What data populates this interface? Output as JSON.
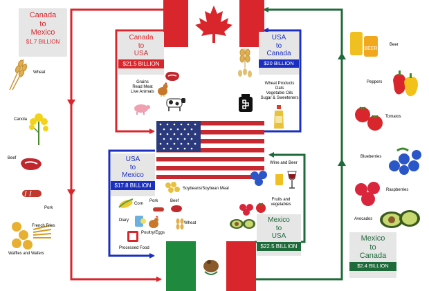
{
  "flows": {
    "ca_mx": {
      "l1": "Canada",
      "l2": "to",
      "l3": "Mexico",
      "value": "$1.7 BILLION",
      "color": "#d9262c"
    },
    "ca_us": {
      "l1": "Canada",
      "l2": "to",
      "l3": "USA",
      "value": "$21.5 BILLION",
      "color": "#d9262c"
    },
    "us_ca": {
      "l1": "USA",
      "l2": "to",
      "l3": "Canada",
      "value": "$20 BILLION",
      "color": "#1a2fbf"
    },
    "us_mx": {
      "l1": "USA",
      "l2": "to",
      "l3": "Mexico",
      "value": "$17.8 BILLION",
      "color": "#1a2fbf"
    },
    "mx_us": {
      "l1": "Mexico",
      "l2": "to",
      "l3": "USA",
      "value": "$22.5 BILLION",
      "color": "#1f6a3a"
    },
    "mx_ca": {
      "l1": "Mexico",
      "l2": "to",
      "l3": "Canada",
      "value": "$2.4 BILLION",
      "color": "#1f6a3a"
    }
  },
  "products": {
    "ca_mx": [
      "Wheat",
      "Canola",
      "Beef",
      "Pork",
      "French Fries",
      "Waffles and Wafers"
    ],
    "ca_us": [
      "Grains",
      "Read Meat",
      "Live Animals"
    ],
    "us_ca": [
      "Wheat Products",
      "Oats",
      "Vegetable Oils",
      "Sugar & Sweeteners"
    ],
    "us_mx": [
      "Soybeans/Soybean Meal",
      "Corn",
      "Pork",
      "Beef",
      "Diary",
      "Poultry/Eggs",
      "Wheat",
      "Processed Food"
    ],
    "mx_us": [
      "Wine and Beer",
      "Fruits and",
      "vegetables"
    ],
    "mx_ca": [
      "Beer",
      "Peppers",
      "Tomatos",
      "Blueberries",
      "Raspberries",
      "Avocados"
    ]
  },
  "icon_labels": {
    "beer_can": "BEER"
  },
  "colors": {
    "canada_red": "#d9262c",
    "usa_blue": "#1a2fbf",
    "mexico_green": "#1f6a3a",
    "label_bg": "#e6e6e6"
  }
}
